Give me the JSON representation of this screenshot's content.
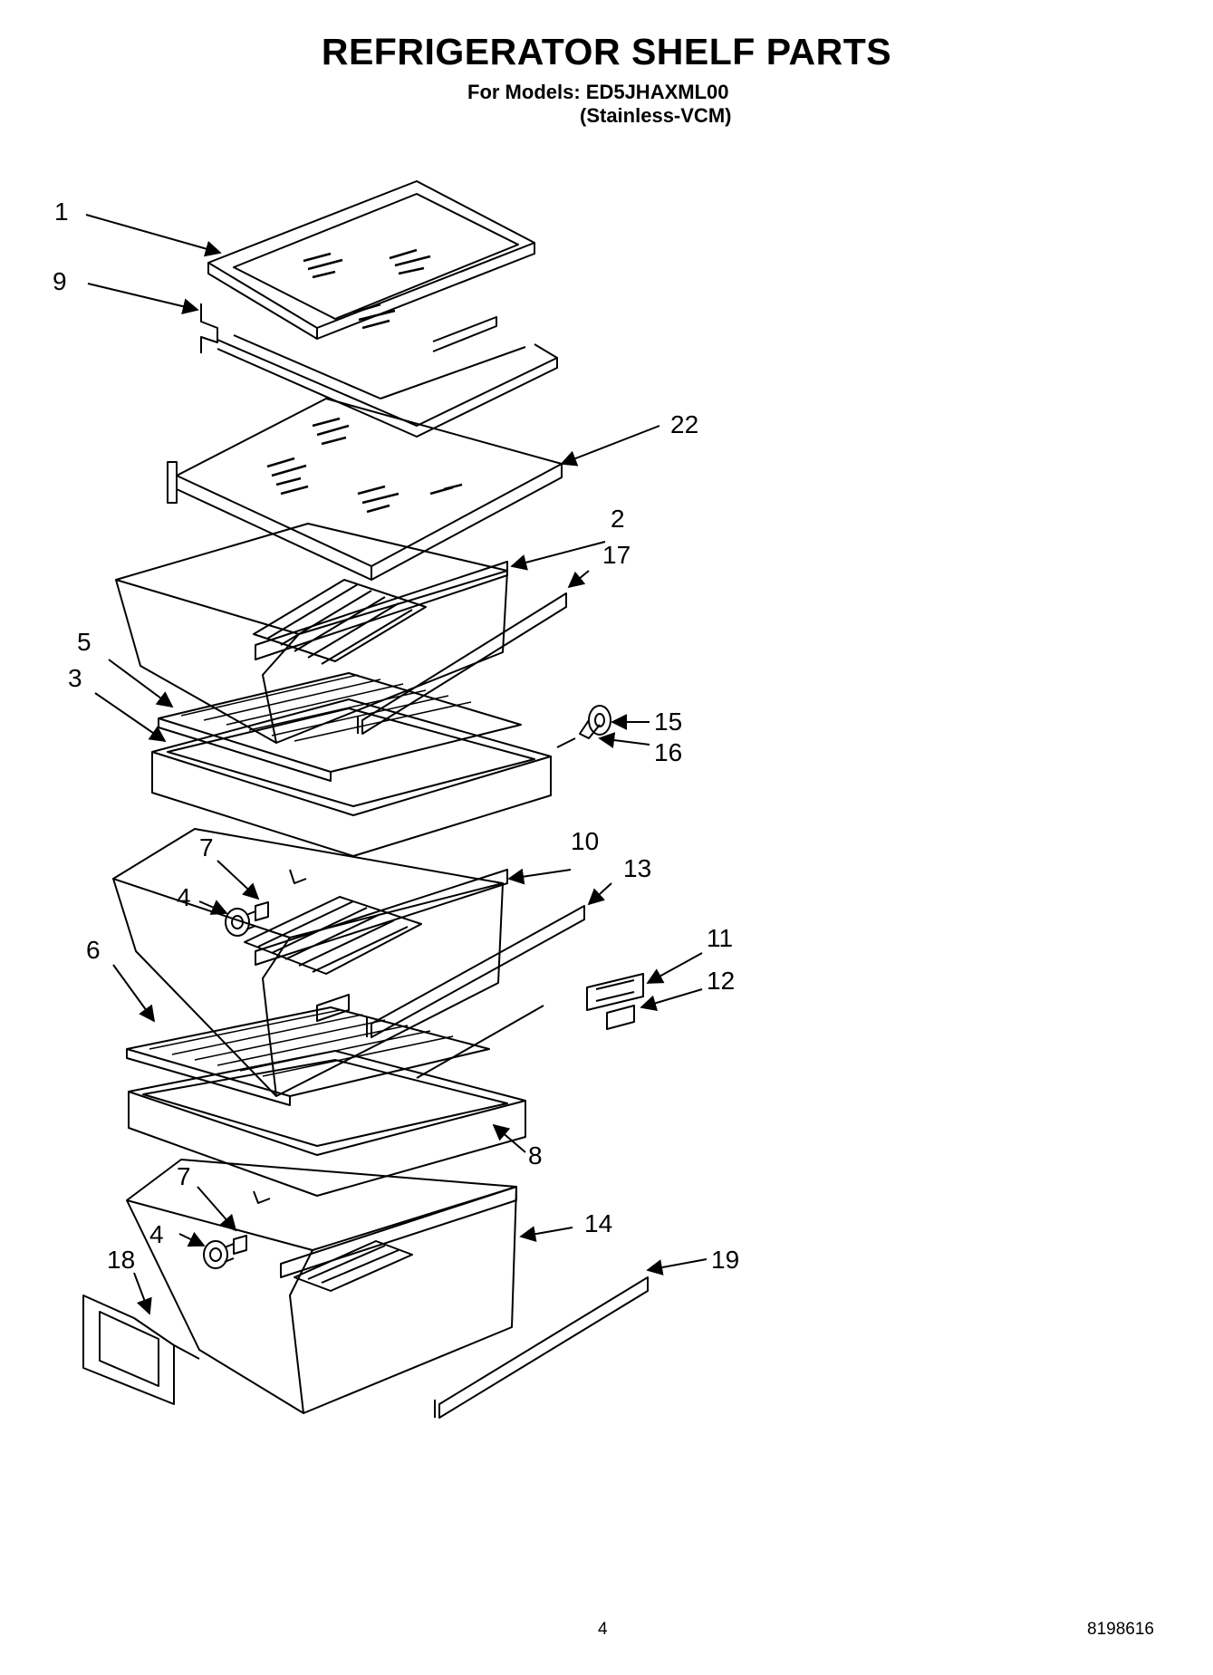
{
  "header": {
    "title": "REFRIGERATOR SHELF PARTS",
    "models_line": "For Models: ED5JHAXML00",
    "variant_line": "(Stainless-VCM)"
  },
  "footer": {
    "page_number": "4",
    "document_number": "8198616"
  },
  "callouts": [
    {
      "id": "c1",
      "text": "1"
    },
    {
      "id": "c9",
      "text": "9"
    },
    {
      "id": "c22",
      "text": "22"
    },
    {
      "id": "c2",
      "text": "2"
    },
    {
      "id": "c17",
      "text": "17"
    },
    {
      "id": "c5",
      "text": "5"
    },
    {
      "id": "c3",
      "text": "3"
    },
    {
      "id": "c15",
      "text": "15"
    },
    {
      "id": "c16",
      "text": "16"
    },
    {
      "id": "c7a",
      "text": "7"
    },
    {
      "id": "c10",
      "text": "10"
    },
    {
      "id": "c13",
      "text": "13"
    },
    {
      "id": "c4a",
      "text": "4"
    },
    {
      "id": "c6",
      "text": "6"
    },
    {
      "id": "c11",
      "text": "11"
    },
    {
      "id": "c12",
      "text": "12"
    },
    {
      "id": "c8",
      "text": "8"
    },
    {
      "id": "c7b",
      "text": "7"
    },
    {
      "id": "c14",
      "text": "14"
    },
    {
      "id": "c4b",
      "text": "4"
    },
    {
      "id": "c18",
      "text": "18"
    },
    {
      "id": "c19",
      "text": "19"
    }
  ]
}
